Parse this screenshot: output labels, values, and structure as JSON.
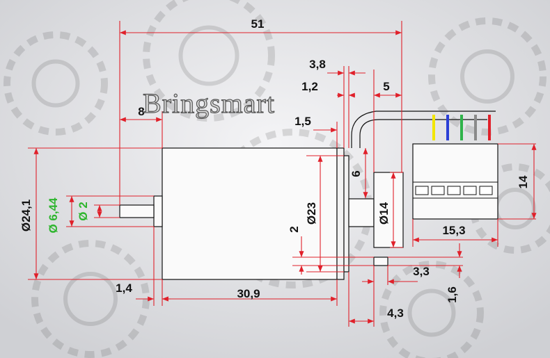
{
  "brand": "Bringsmart",
  "dimensions": {
    "total_length": "51",
    "flange_gap": "3,8",
    "flange_thickness": "1,2",
    "cable_offset": "5",
    "shaft_length": "8",
    "flange_step": "1,5",
    "motor_diameter": "Ø24,1",
    "boss_diameter": "Ø 6,44",
    "shaft_diameter": "Ø 2",
    "face_diameter": "Ø23",
    "gear_diameter": "Ø14",
    "cable_bend": "6",
    "connector_height": "14",
    "connector_width": "15,3",
    "pin_offset": "2",
    "boss_length": "1,4",
    "body_length": "30,9",
    "pin_length": "3,3",
    "pin_diameter": "1,6",
    "rear_length": "4,3"
  },
  "wire_colors": [
    "#f2e600",
    "#2b3fd6",
    "#2fb34a",
    "#8a8a8a",
    "#e0202a"
  ]
}
